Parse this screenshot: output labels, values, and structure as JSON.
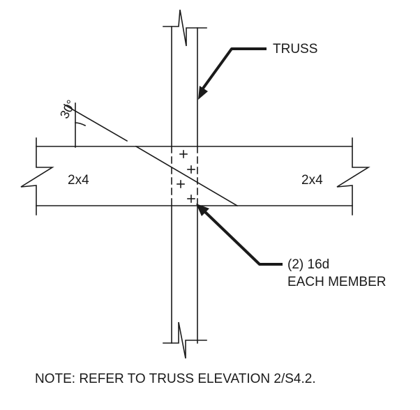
{
  "labels": {
    "truss": "TRUSS",
    "member_left": "2x4",
    "member_right": "2x4",
    "angle": "30°",
    "nailing_line1": "(2) 16d",
    "nailing_line2": "EACH MEMBER",
    "note": "NOTE: REFER TO TRUSS ELEVATION 2/S4.2."
  },
  "colors": {
    "line": "#1a1a1a",
    "background": "#ffffff"
  }
}
